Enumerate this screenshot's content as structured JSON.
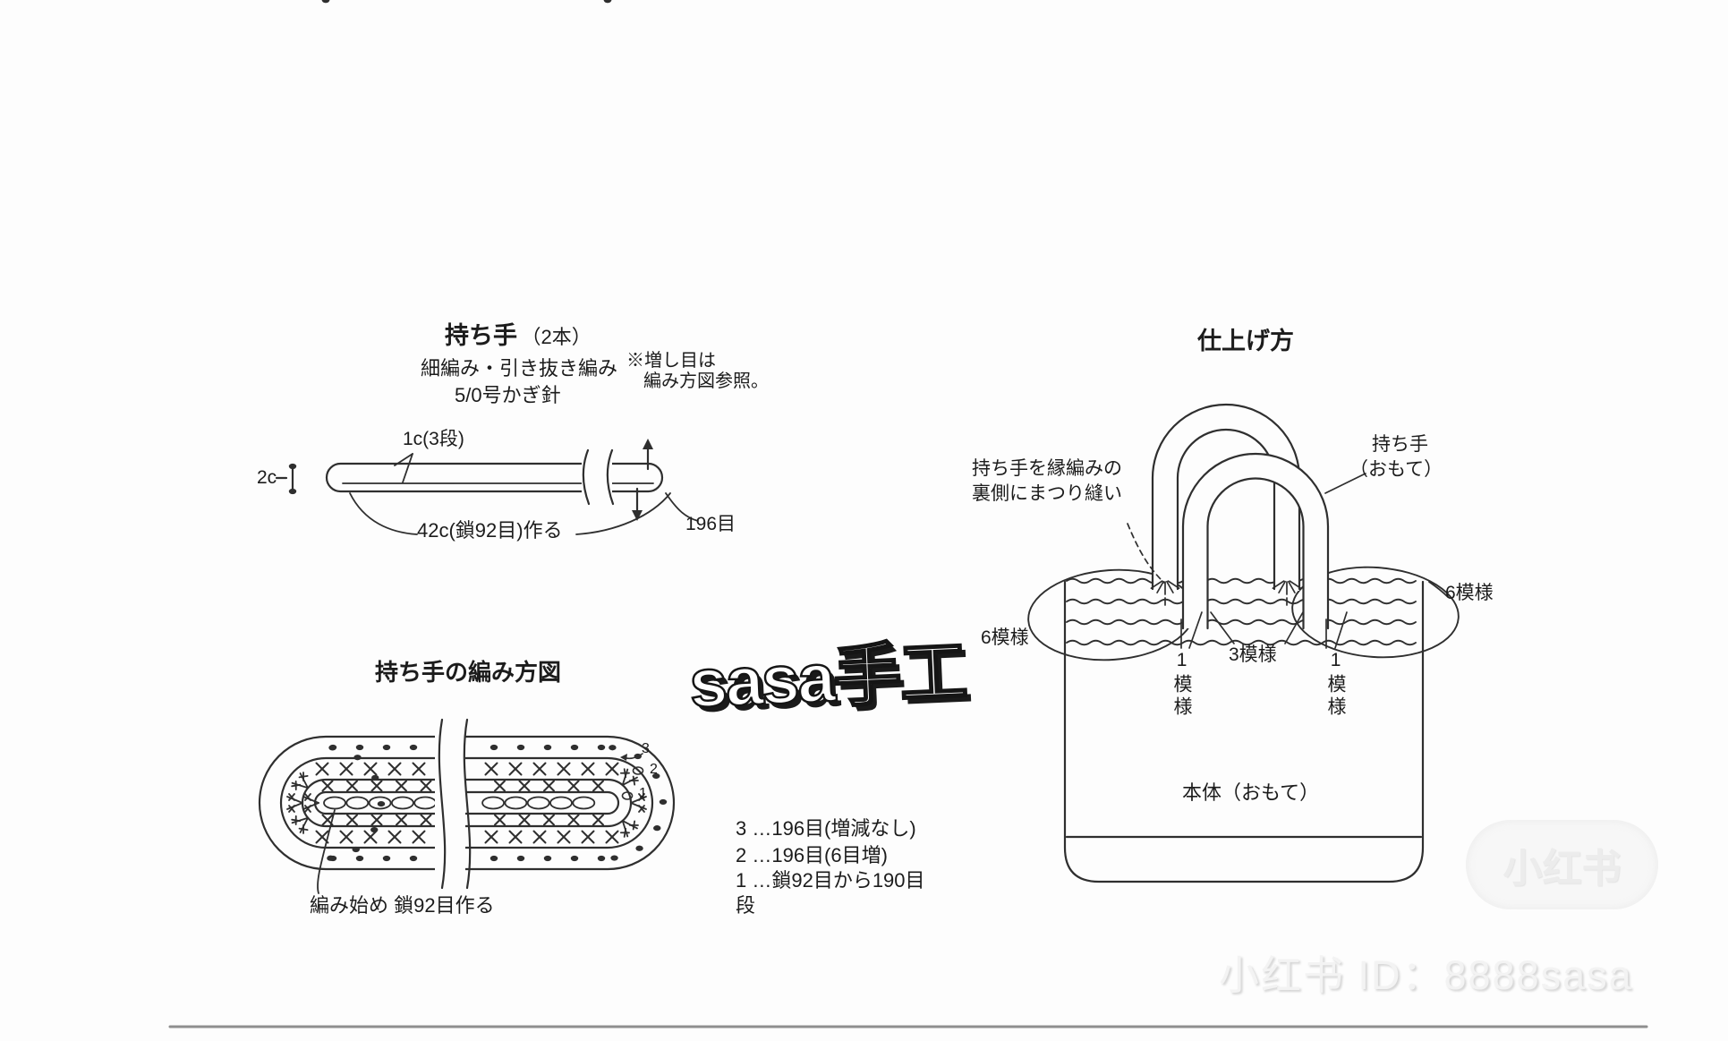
{
  "handle_diagram": {
    "title": "持ち手",
    "title_suffix": "（2本）",
    "stitch_note_1": "細編み・引き抜き編み",
    "stitch_note_2": "5/0号かぎ針",
    "increase_note_1": "※増し目は",
    "increase_note_2": "編み方図参照。",
    "height_label": "1c(3段)",
    "width_label": "2c",
    "cast_on_label": "42c(鎖92目)作る",
    "stitch_count_label": "196目"
  },
  "handle_chart": {
    "title": "持ち手の編み方図",
    "start_label": "編み始め 鎖92目作る",
    "row_number_3": "3",
    "row_number_2": "2",
    "row_number_1": "1",
    "legend_row_3": "3 …196目(増減なし)",
    "legend_row_2": "2 …196目(6目増)",
    "legend_row_1": "1 …鎖92目から190目",
    "legend_unit": "段"
  },
  "finishing": {
    "title": "仕上げ方",
    "sew_note_1": "持ち手を縁編みの",
    "sew_note_2": "裏側にまつり縫い",
    "handle_front_1": "持ち手",
    "handle_front_2": "（おもて）",
    "patterns_left": "6模様",
    "patterns_right": "6模様",
    "pattern_one_left": "1模様",
    "pattern_three": "3模様",
    "pattern_one_right": "1模様",
    "body_label": "本体（おもて）"
  },
  "watermarks": {
    "center_logo": "sasa手工",
    "xiaohongshu_badge": "小红书",
    "xiaohongshu_id": "小红书 ID：8888sasa"
  }
}
